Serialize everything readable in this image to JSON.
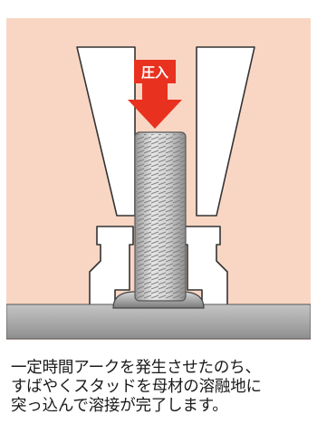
{
  "diagram": {
    "press_label": "圧入",
    "caption_lines": [
      "一定時間アークを発生させたのち、",
      "すばやくスタッドを母材の溶融地に",
      "突っ込んで溶接が完了します。"
    ],
    "colors": {
      "background": "#f9d6c4",
      "arrow": "#e8311f",
      "gun_body": "#ffffff",
      "gun_outline": "#333333",
      "stud": "#c6c6c6",
      "base_plate": "#a9a9a9"
    }
  }
}
